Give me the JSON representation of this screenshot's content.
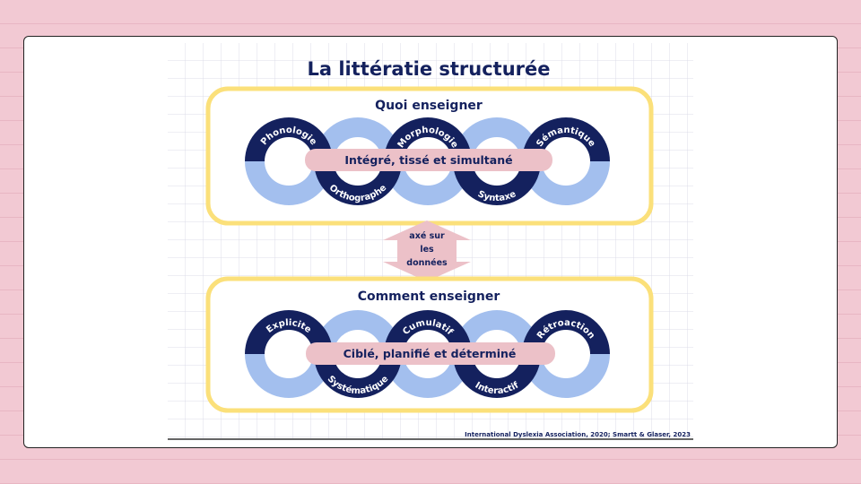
{
  "title": "La littératie structurée",
  "colors": {
    "dark": "#14215e",
    "light": "#a3bfee",
    "pink": "#ecc1c8",
    "yellow": "#fbe07a",
    "text": "#14215e"
  },
  "top_section": {
    "heading": "Quoi enseigner",
    "band": "Intégré, tissé et simultané",
    "rings": [
      "Phonologie",
      "Orthographe",
      "Morphologie",
      "Syntaxe",
      "Sémantique"
    ]
  },
  "connector": {
    "line1": "axé sur",
    "line2": "les",
    "line3": "données"
  },
  "bottom_section": {
    "heading": "Comment enseigner",
    "band": "Ciblé, planifié et déterminé",
    "rings": [
      "Explicite",
      "Systématique",
      "Cumulatif",
      "Interactif",
      "Rétroaction"
    ]
  },
  "citation": "International Dyslexia Association, 2020; Smartt & Glaser, 2023"
}
